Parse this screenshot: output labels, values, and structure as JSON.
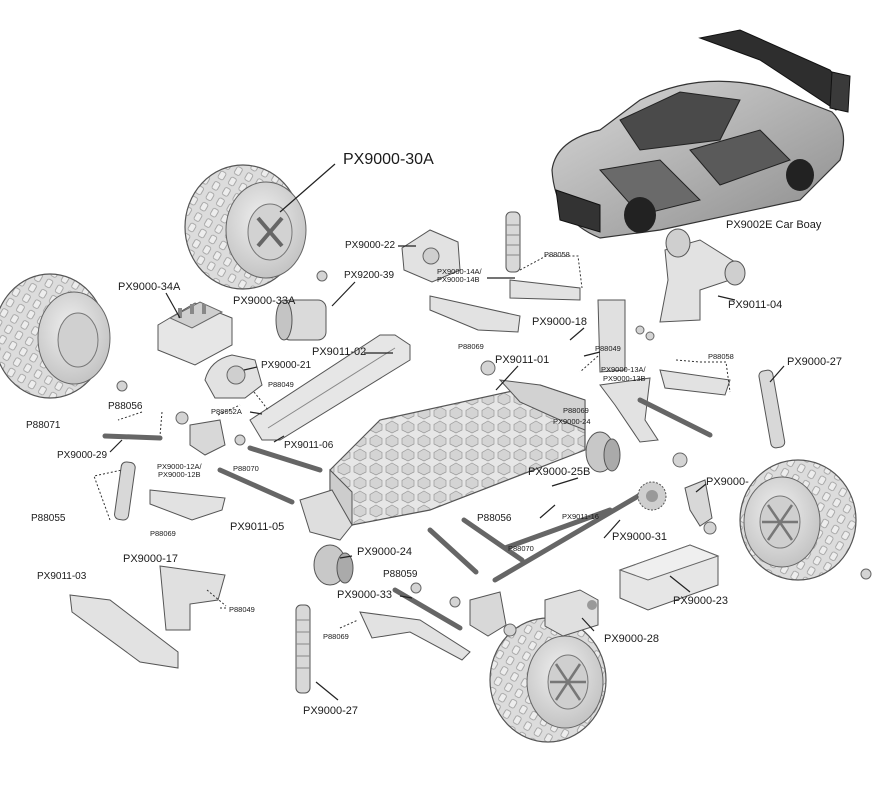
{
  "labels": {
    "px9000_30a": "PX9000-30A",
    "px9002e": "PX9002E Car Boay",
    "px9000_22": "PX9000-22",
    "px9200_39": "PX9200-39",
    "px9000_34a": "PX9000-34A",
    "px9000_33a": "PX9000-33A",
    "px9000_14ab": "PX9000-14A/",
    "px9000_14b": "PX9000-14B",
    "p88058_top": "P88058",
    "px9011_04": "PX9011-04",
    "px9000_18": "PX9000-18",
    "p88069_a": "P88069",
    "p88049_a": "P88049",
    "px9011_02": "PX9011-02",
    "px9011_01": "PX9011-01",
    "px9000_21": "PX9000-21",
    "p88049_b": "P88049",
    "p88052a": "P88052A",
    "p88058_right": "P88058",
    "px9000_27_right": "PX9000-27",
    "px9000_13a": "PX9000-13A/",
    "px9000_13b": "PX9000-13B",
    "p88056_left": "P88056",
    "p88071": "P88071",
    "px9000_29": "PX9000-29",
    "px9011_06": "PX9011-06",
    "p88069_b": "P88069",
    "px9000_24_top": "PX9000-24",
    "px9000_12a": "PX9000-12A/",
    "px9000_12b": "PX9000-12B",
    "p88070_left": "P88070",
    "px9000_25b": "PX9000-25B",
    "px9000_right": "PX9000-",
    "p88055": "P88055",
    "p88069_c": "P88069",
    "px9011_05": "PX9011-05",
    "p88056_mid": "P88056",
    "px9011_16": "PX9011-16",
    "px9000_31": "PX9000-31",
    "p88070_mid": "P88070",
    "px9000_17": "PX9000-17",
    "px9000_24_bottom": "PX9000-24",
    "px9011_03": "PX9011-03",
    "p88059": "P88059",
    "px9000_23": "PX9000-23",
    "p88049_c": "P88049",
    "px9000_33": "PX9000-33",
    "px9000_28": "PX9000-28",
    "p88069_d": "P88069",
    "px9000_27_bottom": "PX9000-27"
  },
  "colors": {
    "part_fill": "#e4e4e4",
    "part_mid": "#cfcfcf",
    "part_dark": "#9a9a9a",
    "outline": "#555555",
    "body_dark": "#3a3a3a",
    "leader": "#222222"
  }
}
